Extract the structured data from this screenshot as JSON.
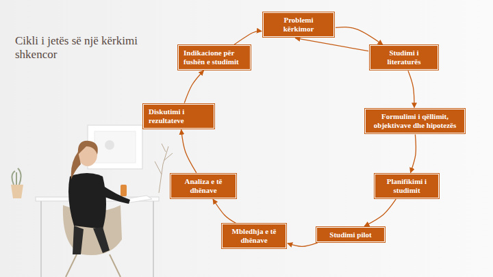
{
  "diagram": {
    "title": "Cikli i jetës së një kërkimi shkencor",
    "nodes": [
      {
        "text": [
          "Problemi kërkimor"
        ]
      },
      {
        "text": [
          "Studimi i literaturës"
        ]
      },
      {
        "text": [
          "Formulimi i qëllimit, objektivave dhe hipotezës"
        ]
      },
      {
        "text": [
          "Planifikimi i studimit"
        ]
      },
      {
        "text": [
          "Studimi pilot"
        ]
      },
      {
        "text": [
          "Mbledhja e të dhënave"
        ]
      },
      {
        "text": [
          "Analiza e të dhënave"
        ]
      },
      {
        "text": [
          "Diskutimi i rezultateve"
        ]
      },
      {
        "text": [
          "Indikacione për fushën e studimit"
        ]
      }
    ],
    "edges": [
      {
        "from": 0,
        "to": 1,
        "arrow": "to"
      },
      {
        "from": 1,
        "to": 2,
        "arrow": "to"
      },
      {
        "from": 2,
        "to": 3,
        "arrow": "to"
      },
      {
        "from": 3,
        "to": 4,
        "arrow": "to"
      },
      {
        "from": 4,
        "to": 5,
        "arrow": "to"
      },
      {
        "from": 5,
        "to": 6,
        "arrow": "to"
      },
      {
        "from": 6,
        "to": 7,
        "arrow": "to"
      },
      {
        "from": 7,
        "to": 8,
        "arrow": "to"
      },
      {
        "from": 8,
        "to": 0,
        "arrow": "to"
      },
      {
        "from": 1,
        "to": 0,
        "arrow": "to"
      }
    ]
  }
}
